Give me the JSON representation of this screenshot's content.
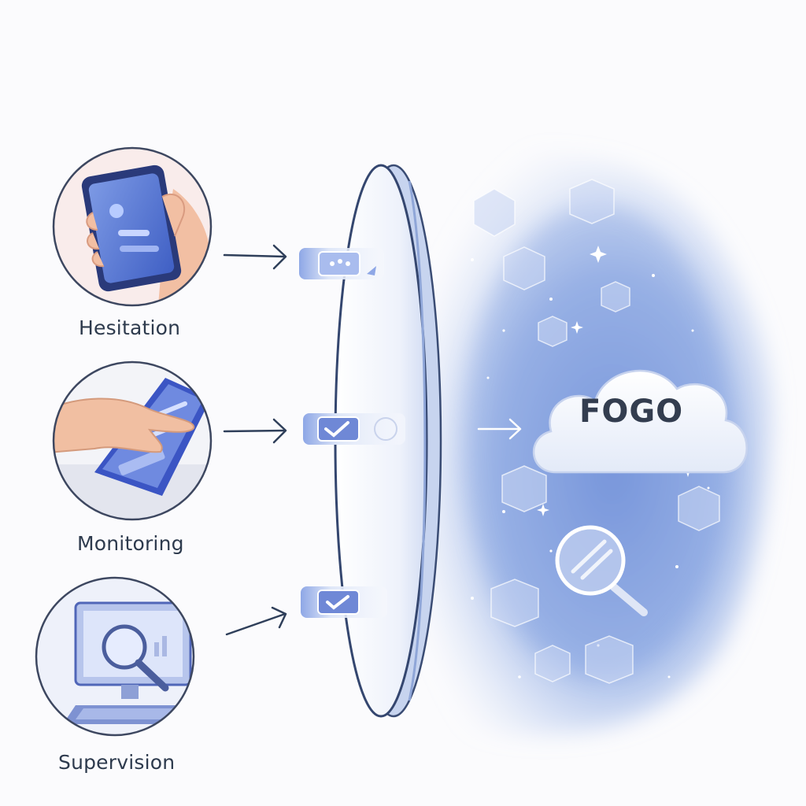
{
  "labels": {
    "step1": "Hesitation",
    "step2": "Monitoring",
    "step3": "Supervision",
    "cloud": "FOGO"
  },
  "icons": {
    "step1": "hand-holding-phone-icon",
    "step2": "finger-on-tablet-icon",
    "step3": "monitor-with-magnifier-icon",
    "cloud": "cloud-icon",
    "search": "magnifying-glass-icon"
  },
  "colors": {
    "text": "#2d3a4d",
    "accent": "#4a6fcf",
    "fog": "#7f9fdf",
    "lens_edge": "#34466f"
  }
}
